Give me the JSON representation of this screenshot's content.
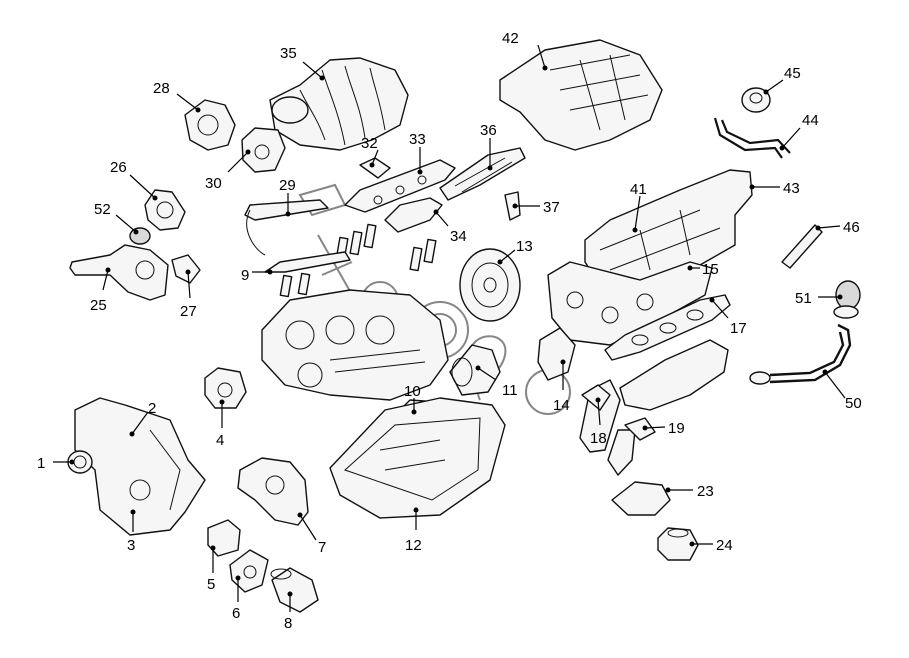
{
  "parts": [
    {
      "id": "1",
      "label": "1"
    },
    {
      "id": "2",
      "label": "2"
    },
    {
      "id": "3",
      "label": "3"
    },
    {
      "id": "4",
      "label": "4"
    },
    {
      "id": "5",
      "label": "5"
    },
    {
      "id": "6",
      "label": "6"
    },
    {
      "id": "7",
      "label": "7"
    },
    {
      "id": "8",
      "label": "8"
    },
    {
      "id": "9",
      "label": "9"
    },
    {
      "id": "10",
      "label": "10"
    },
    {
      "id": "11",
      "label": "11"
    },
    {
      "id": "12",
      "label": "12"
    },
    {
      "id": "13",
      "label": "13"
    },
    {
      "id": "14",
      "label": "14"
    },
    {
      "id": "15",
      "label": "15"
    },
    {
      "id": "17",
      "label": "17"
    },
    {
      "id": "18",
      "label": "18"
    },
    {
      "id": "19",
      "label": "19"
    },
    {
      "id": "23",
      "label": "23"
    },
    {
      "id": "24",
      "label": "24"
    },
    {
      "id": "25",
      "label": "25"
    },
    {
      "id": "26",
      "label": "26"
    },
    {
      "id": "27",
      "label": "27"
    },
    {
      "id": "28",
      "label": "28"
    },
    {
      "id": "29",
      "label": "29"
    },
    {
      "id": "30",
      "label": "30"
    },
    {
      "id": "32",
      "label": "32"
    },
    {
      "id": "33",
      "label": "33"
    },
    {
      "id": "34",
      "label": "34"
    },
    {
      "id": "35",
      "label": "35"
    },
    {
      "id": "36",
      "label": "36"
    },
    {
      "id": "37",
      "label": "37"
    },
    {
      "id": "41",
      "label": "41"
    },
    {
      "id": "42",
      "label": "42"
    },
    {
      "id": "43",
      "label": "43"
    },
    {
      "id": "44",
      "label": "44"
    },
    {
      "id": "45",
      "label": "45"
    },
    {
      "id": "46",
      "label": "46"
    },
    {
      "id": "50",
      "label": "50"
    },
    {
      "id": "51",
      "label": "51"
    },
    {
      "id": "52",
      "label": "52"
    }
  ]
}
